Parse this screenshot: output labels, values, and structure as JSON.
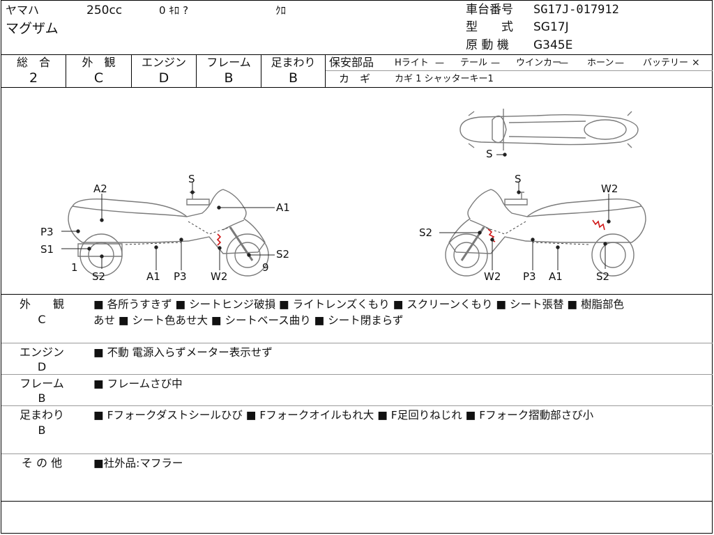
{
  "header": {
    "maker": "ヤマハ",
    "displacement": "250cc",
    "mileage": "0 ｷﾛ ?",
    "color": "ｸﾛ",
    "model_name": "マグザム",
    "frame_no_label": "車台番号",
    "frame_no": "SG17J-017912",
    "type_label": "型　　式",
    "type": "SG17J",
    "engine_label": "原 動 機",
    "engine": "G345E"
  },
  "ratings": [
    {
      "label": "総　合",
      "value": "2"
    },
    {
      "label": "外　観",
      "value": "C"
    },
    {
      "label": "エンジン",
      "value": "D"
    },
    {
      "label": "フレーム",
      "value": "B"
    },
    {
      "label": "足まわり",
      "value": "B"
    }
  ],
  "safety": {
    "label": "保安部品",
    "items": [
      {
        "name": "Hライト",
        "mark": "—"
      },
      {
        "name": "テール",
        "mark": "—"
      },
      {
        "name": "ウインカー",
        "mark": "—"
      },
      {
        "name": "ホーン",
        "mark": "—"
      },
      {
        "name": "バッテリー",
        "mark": "×"
      }
    ]
  },
  "keys": {
    "label": "カ　ギ",
    "value": "カギ 1  シャッターキー1"
  },
  "diagram": {
    "left": {
      "labels": {
        "s": "S",
        "a2": "A2",
        "a1_top": "A1",
        "p3_left": "P3",
        "s1": "S1",
        "s2_right": "S2",
        "num1": "1",
        "num9": "9",
        "bottom_s2": "S2",
        "bottom_a1": "A1",
        "bottom_p3": "P3",
        "bottom_w2": "W2"
      }
    },
    "right": {
      "labels": {
        "s": "S",
        "w2_top": "W2",
        "s2_left": "S2",
        "bottom_w2": "W2",
        "bottom_p3": "P3",
        "bottom_a1": "A1",
        "bottom_s2": "S2"
      }
    },
    "top": {
      "labels": {
        "s": "S"
      }
    }
  },
  "remarks": [
    {
      "category": "外　　観",
      "grade": "C",
      "line1": "■ 各所うすきず ■ シートヒンジ破損 ■ ライトレンズくもり ■ スクリーンくもり ■ シート張替 ■ 樹脂部色",
      "line2": "あせ ■ シート色あせ大 ■ シートベース曲り ■ シート閉まらず"
    },
    {
      "category": "エンジン",
      "grade": "D",
      "line1": "■ 不動 電源入らずメーター表示せず",
      "line2": ""
    },
    {
      "category": "フレーム",
      "grade": "B",
      "line1": "■ フレームさび中",
      "line2": ""
    },
    {
      "category": "足まわり",
      "grade": "B",
      "line1": "■ Fフォークダストシールひび ■ Fフォークオイルもれ大 ■ F足回りねじれ ■ Fフォーク摺動部さび小",
      "line2": ""
    },
    {
      "category": "そ の 他",
      "grade": "",
      "line1": "■社外品:マフラー",
      "line2": ""
    }
  ],
  "colors": {
    "damage_mark": "#d01818",
    "outline": "#777777",
    "grid": "#000000"
  }
}
